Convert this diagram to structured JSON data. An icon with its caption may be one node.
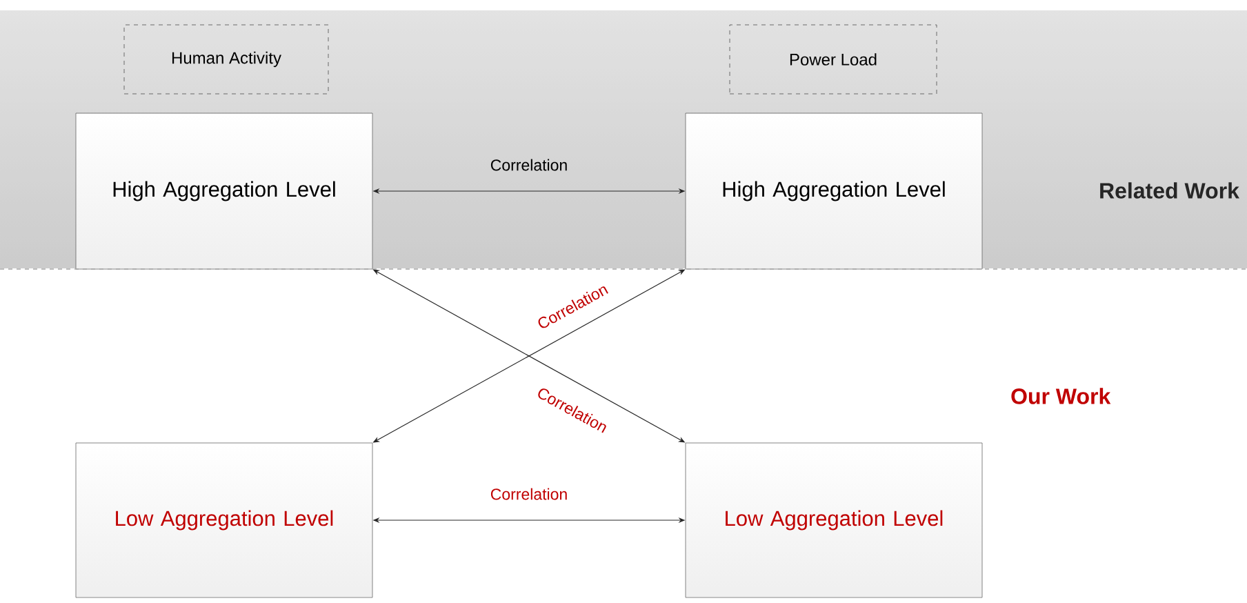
{
  "diagram": {
    "nodes": [
      {
        "text": [
          "Related Work"
        ]
      },
      {
        "text": [
          "Human Activity"
        ],
        "in": 0
      },
      {
        "text": [
          "Power Load"
        ],
        "in": 0
      },
      {
        "text": [
          "High Aggregation Level"
        ],
        "in": 0
      },
      {
        "text": [
          "High Aggregation Level"
        ],
        "in": 0
      },
      {
        "text": [
          "Low Aggregation Level"
        ]
      },
      {
        "text": [
          "Low Aggregation Level"
        ]
      }
    ],
    "edges": [
      {
        "from": 3,
        "to": 4,
        "arrow": "both",
        "label": "Correlation"
      },
      {
        "from": 3,
        "to": 6,
        "arrow": "both",
        "label": "Correlation"
      },
      {
        "from": 4,
        "to": 5,
        "arrow": "both",
        "label": "Correlation"
      },
      {
        "from": 5,
        "to": 6,
        "arrow": "both",
        "label": "Correlation"
      }
    ],
    "labels": [
      "Our Work"
    ]
  }
}
